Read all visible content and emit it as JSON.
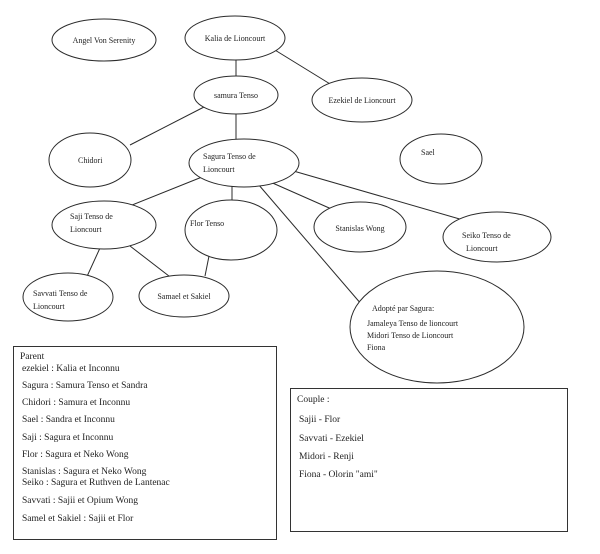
{
  "nodes": {
    "angel": "Angel Von Serenity",
    "kalia": "Kalia de Lioncourt",
    "samura": "samura Tenso",
    "ezekiel": "Ezekiel de Lioncourt",
    "chidori": "Chidori",
    "sagura": [
      "Sagura Tenso de",
      "Lioncourt"
    ],
    "sael": "Sael",
    "saji": [
      "Saji Tenso de",
      "Lioncourt"
    ],
    "flor": "Flor Tenso",
    "stanislas": "Stanislas Wong",
    "seiko": [
      "Seiko Tenso de",
      "Lioncourt"
    ],
    "savvati": [
      "Savvati Tenso de",
      "Lioncourt"
    ],
    "samael": "Samael et Sakiel",
    "adopted": [
      "Adopté par Sagura:",
      "Jamaleya Tenso de lioncourt",
      "Midori Tenso de Lioncourt",
      "Fiona"
    ]
  },
  "parent_box": {
    "title": "Parent",
    "entries": [
      "ezekiel : Kalia et Inconnu",
      "Sagura : Samura Tenso et Sandra",
      "Chidori : Samura et Inconnu",
      "Sael : Sandra et Inconnu",
      "Saji : Sagura et Inconnu",
      "Flor : Sagura et Neko Wong",
      "Stanislas : Sagura et Neko Wong",
      "Seiko : Sagura et Ruthven de Lantenac",
      "Savvati : Sajii et Opium Wong",
      "Samel et Sakiel : Sajii et Flor"
    ]
  },
  "couple_box": {
    "title": "Couple :",
    "entries": [
      "Sajii - Flor",
      "Savvati - Ezekiel",
      "Midori - Renji",
      "Fiona - Olorin \"ami\""
    ]
  }
}
